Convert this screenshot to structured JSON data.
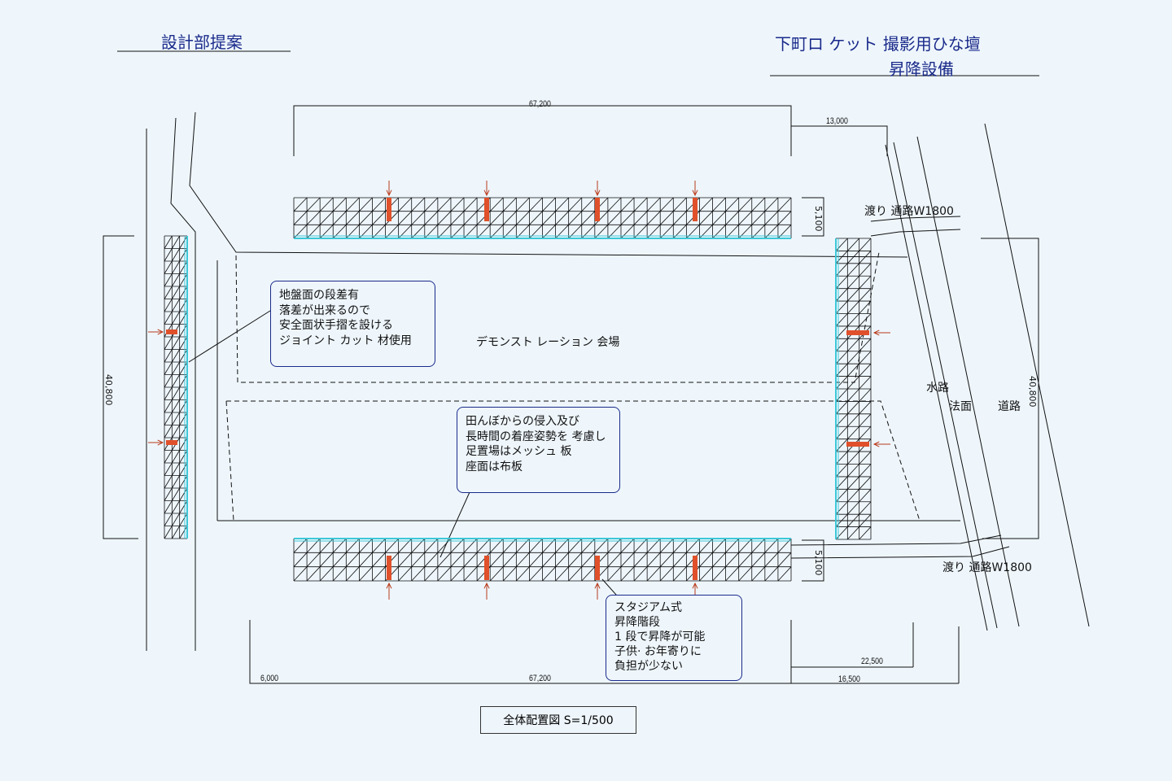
{
  "header": {
    "left_title": "設計部提案",
    "right_title_1": "下町ロ ケット  撮影用ひな壇",
    "right_title_2": "昇降設備"
  },
  "dimensions": {
    "top_width": "67,200",
    "top_right": "13,000",
    "stand_depth_top": "5,100",
    "stand_depth_bottom": "5,100",
    "left_height": "40,800",
    "right_height": "40,800",
    "bottom_left": "6,000",
    "bottom_width": "67,200",
    "bottom_right_1": "22,500",
    "bottom_right_2": "16,500"
  },
  "labels": {
    "bridge_top": "渡り 通路W1800",
    "bridge_bottom": "渡り 通路W1800",
    "venue": "デモンスト レーション 会場",
    "waterway": "水路",
    "slope": "法面",
    "road": "道路"
  },
  "notes": {
    "ground": [
      "地盤面の段差有",
      "落差が出来るので",
      "安全面状手摺を設ける",
      "ジョイント カット 材使用"
    ],
    "seating": [
      "田んぼからの侵入及び",
      "長時間の着座姿勢を 考慮し",
      "足置場はメッシュ 板",
      "座面は布板"
    ],
    "stairs": [
      "スタジアム式",
      "昇降階段",
      "1 段で昇降が可能",
      "子供· お年寄りに",
      "負担が少ない"
    ]
  },
  "caption": "全体配置図   S=1/500",
  "colors": {
    "title": "#1a2a8a",
    "stand_line": "#111111",
    "edge": "#3cc8d8",
    "stair": "#e0502a",
    "arrow": "#b83a1a"
  }
}
